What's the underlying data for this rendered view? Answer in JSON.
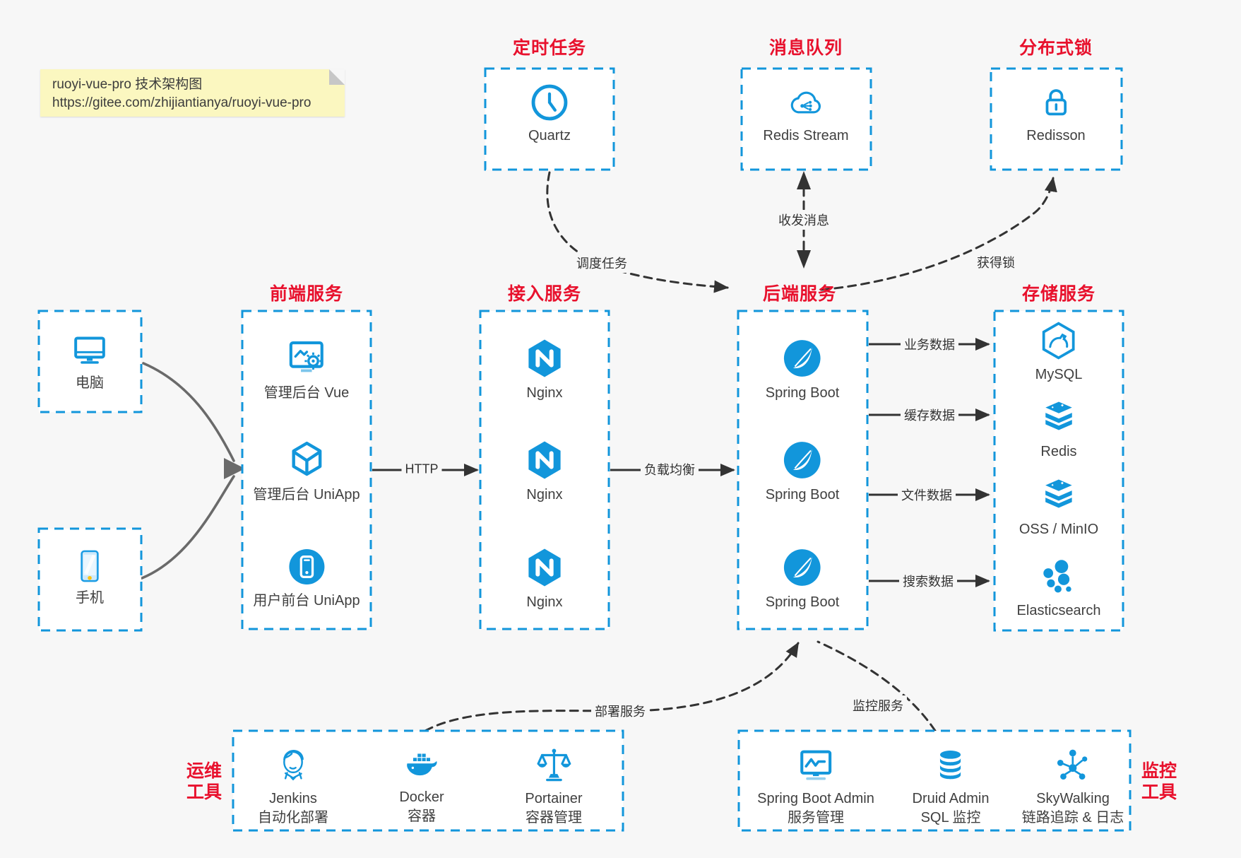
{
  "colors": {
    "accent_blue": "#1296db",
    "title_red": "#e8112d",
    "canvas_bg": "#f7f7f7",
    "box_bg": "#ffffff",
    "note_bg": "#fbf7c0",
    "arrow_dark": "#333333",
    "arrow_gray": "#6a6a6a",
    "text_dark": "#404040"
  },
  "note": {
    "line1": "ruoyi-vue-pro 技术架构图",
    "line2": "https://gitee.com/zhijiantianya/ruoyi-vue-pro"
  },
  "top_groups": [
    {
      "title": "定时任务",
      "items": [
        {
          "icon": "clock-icon",
          "label": "Quartz"
        }
      ]
    },
    {
      "title": "消息队列",
      "items": [
        {
          "icon": "cloud-stream-icon",
          "label": "Redis Stream"
        }
      ]
    },
    {
      "title": "分布式锁",
      "items": [
        {
          "icon": "lock-icon",
          "label": "Redisson"
        }
      ]
    }
  ],
  "clients": [
    {
      "icon": "desktop-icon",
      "label": "电脑"
    },
    {
      "icon": "smartphone-icon",
      "label": "手机"
    }
  ],
  "columns": [
    {
      "title": "前端服务",
      "items": [
        {
          "icon": "admin-vue-icon",
          "label": "管理后台 Vue"
        },
        {
          "icon": "uniapp-cube-icon",
          "label": "管理后台 UniApp"
        },
        {
          "icon": "user-app-icon",
          "label": "用户前台 UniApp"
        }
      ]
    },
    {
      "title": "接入服务",
      "items": [
        {
          "icon": "nginx-icon",
          "label": "Nginx"
        },
        {
          "icon": "nginx-icon",
          "label": "Nginx"
        },
        {
          "icon": "nginx-icon",
          "label": "Nginx"
        }
      ]
    },
    {
      "title": "后端服务",
      "items": [
        {
          "icon": "spring-boot-icon",
          "label": "Spring Boot"
        },
        {
          "icon": "spring-boot-icon",
          "label": "Spring Boot"
        },
        {
          "icon": "spring-boot-icon",
          "label": "Spring Boot"
        }
      ]
    },
    {
      "title": "存储服务",
      "items": [
        {
          "icon": "mysql-icon",
          "label": "MySQL"
        },
        {
          "icon": "redis-icon",
          "label": "Redis"
        },
        {
          "icon": "oss-minio-icon",
          "label": "OSS / MinIO"
        },
        {
          "icon": "elasticsearch-icon",
          "label": "Elasticsearch"
        }
      ]
    }
  ],
  "bottom_groups": [
    {
      "side_label_line1": "运维",
      "side_label_line2": "工具",
      "items": [
        {
          "icon": "jenkins-icon",
          "label1": "Jenkins",
          "label2": "自动化部署"
        },
        {
          "icon": "docker-icon",
          "label1": "Docker",
          "label2": "容器"
        },
        {
          "icon": "portainer-icon",
          "label1": "Portainer",
          "label2": "容器管理"
        }
      ]
    },
    {
      "side_label_line1": "监控",
      "side_label_line2": "工具",
      "items": [
        {
          "icon": "spring-boot-admin-icon",
          "label1": "Spring Boot Admin",
          "label2": "服务管理"
        },
        {
          "icon": "druid-icon",
          "label1": "Druid Admin",
          "label2": "SQL 监控"
        },
        {
          "icon": "skywalking-icon",
          "label1": "SkyWalking",
          "label2": "链路追踪 & 日志"
        }
      ]
    }
  ],
  "edge_labels": {
    "schedule": "调度任务",
    "send_receive": "收发消息",
    "acquire_lock": "获得锁",
    "http": "HTTP",
    "load_balance": "负载均衡",
    "business_data": "业务数据",
    "cache_data": "缓存数据",
    "file_data": "文件数据",
    "search_data": "搜索数据",
    "deploy": "部署服务",
    "monitor": "监控服务"
  }
}
